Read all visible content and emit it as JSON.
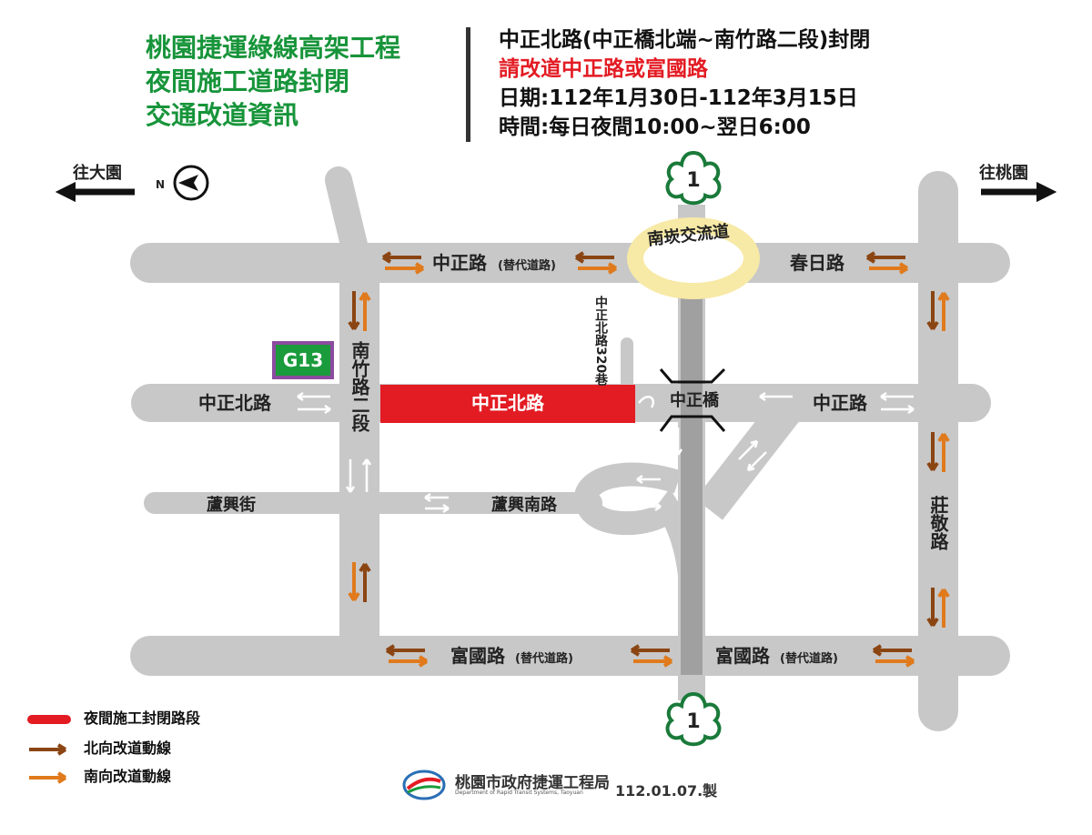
{
  "title": {
    "line1": "桃園捷運綠線高架工程",
    "line2": "夜間施工道路封閉",
    "line3": "交通改道資訊"
  },
  "notice": {
    "closure": "中正北路(中正橋北端~南竹路二段)封閉",
    "detour": "請改道中正路或富國路",
    "date": "日期:112年1月30日-112年3月15日",
    "time": "時間:每日夜間10:00~翌日6:00"
  },
  "directions": {
    "west": "往大園",
    "east": "往桃園",
    "compass": "N"
  },
  "highway_shield": "1",
  "station": "G13",
  "roads": {
    "zhongzheng_rd": "中正路",
    "alt_route": "(替代道路)",
    "chunri_rd": "春日路",
    "interchange": "南崁交流道",
    "zhongzheng_n_rd_west": "中正北路",
    "zhongzheng_n_rd_closed": "中正北路",
    "lane_320": "中正北路320巷",
    "nanzhu_rd": "南竹路二段",
    "bridge": "中正橋",
    "zhongzheng_rd_east": "中正路",
    "luxing_st": "蘆興街",
    "luxing_s_rd": "蘆興南路",
    "zhuangjing_rd": "莊敬路",
    "fuguo_rd_1": "富國路",
    "fuguo_rd_2": "富國路"
  },
  "legend": {
    "closed": "夜間施工封閉路段",
    "northbound": "北向改道動線",
    "southbound": "南向改道動線"
  },
  "colors": {
    "road": "#c8c8c8",
    "closed": "#e31b23",
    "northbound": "#8b4513",
    "southbound": "#e07a1c",
    "interchange": "#f7e9a6",
    "station": "#1a9b3c",
    "title_green": "#17943a"
  },
  "footer": {
    "agency": "桃園市政府捷運工程局",
    "agency_en": "Department of Rapid Transit Systems, Taoyuan",
    "date": "112.01.07.製"
  }
}
